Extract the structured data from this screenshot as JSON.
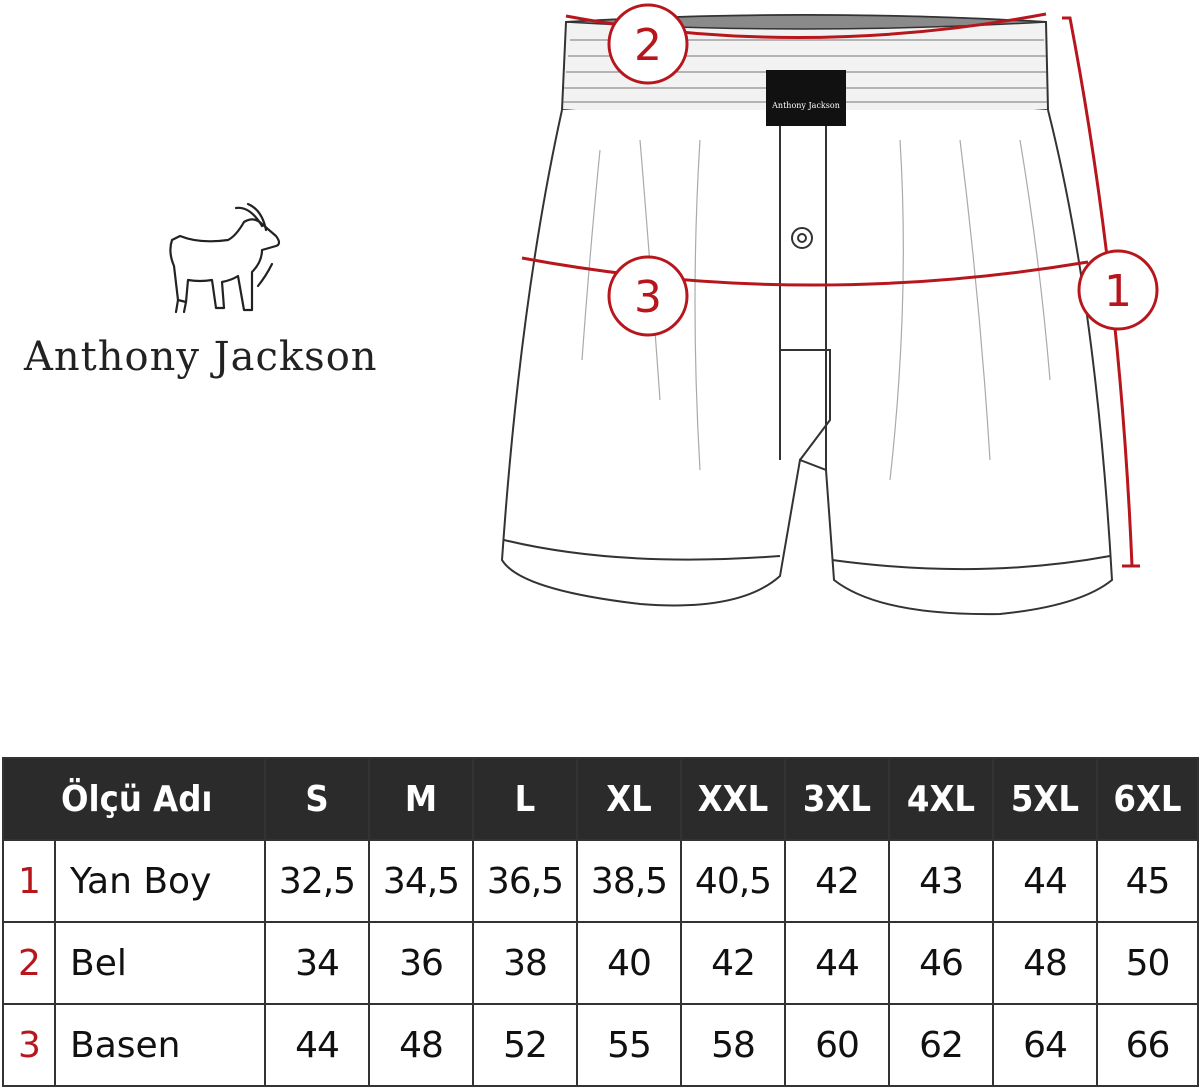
{
  "brand": {
    "name": "Anthony Jackson",
    "label_tag": "Anthony Jackson"
  },
  "diagram": {
    "markers": [
      "1",
      "2",
      "3"
    ],
    "accent_color": "#b8161d"
  },
  "table": {
    "header_label": "Ölçü Adı",
    "sizes": [
      "S",
      "M",
      "L",
      "XL",
      "XXL",
      "3XL",
      "4XL",
      "5XL",
      "6XL"
    ],
    "rows": [
      {
        "num": "1",
        "label": "Yan Boy",
        "values": [
          "32,5",
          "34,5",
          "36,5",
          "38,5",
          "40,5",
          "42",
          "43",
          "44",
          "45"
        ]
      },
      {
        "num": "2",
        "label": "Bel",
        "values": [
          "34",
          "36",
          "38",
          "40",
          "42",
          "44",
          "46",
          "48",
          "50"
        ]
      },
      {
        "num": "3",
        "label": "Basen",
        "values": [
          "44",
          "48",
          "52",
          "55",
          "58",
          "60",
          "62",
          "64",
          "66"
        ]
      }
    ]
  }
}
